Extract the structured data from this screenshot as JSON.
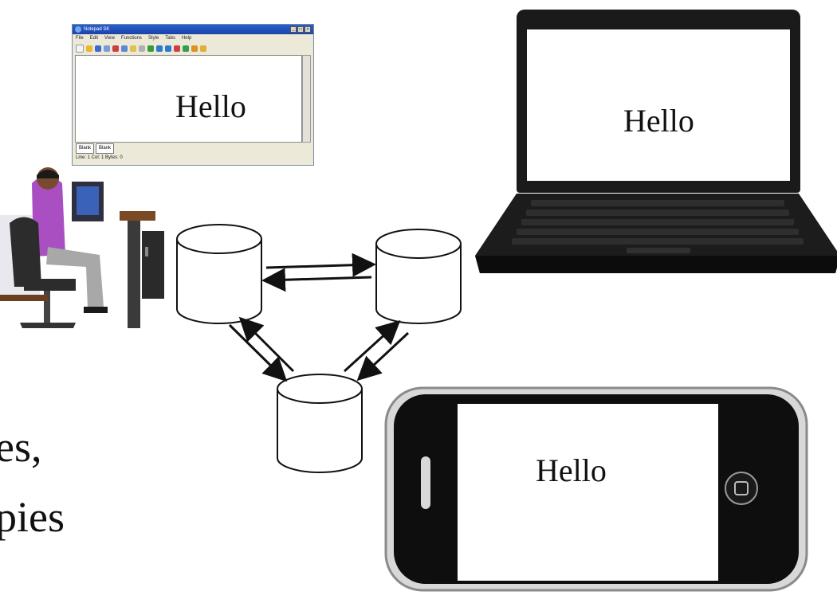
{
  "notepad": {
    "title": "Notepad SK",
    "menu": [
      "File",
      "Edit",
      "View",
      "Functions",
      "Style",
      "Tabs",
      "Help"
    ],
    "tabs": [
      "Blank",
      "Blank"
    ],
    "status": "Line: 1  Col: 1  Bytes: 0",
    "content": "Hello"
  },
  "laptop": {
    "content": "Hello"
  },
  "phone": {
    "content": "Hello"
  },
  "fragments": {
    "line1": "es,",
    "line2": "pies"
  },
  "colors": {
    "bg": "#ffffff",
    "device_dark": "#1a1a1a",
    "db_fill": "#ffffff",
    "db_stroke": "#111111",
    "arrow": "#111111"
  },
  "icons": [
    "user-at-desk-icon",
    "database-icon",
    "laptop-icon",
    "smartphone-icon",
    "notepad-window-icon"
  ]
}
